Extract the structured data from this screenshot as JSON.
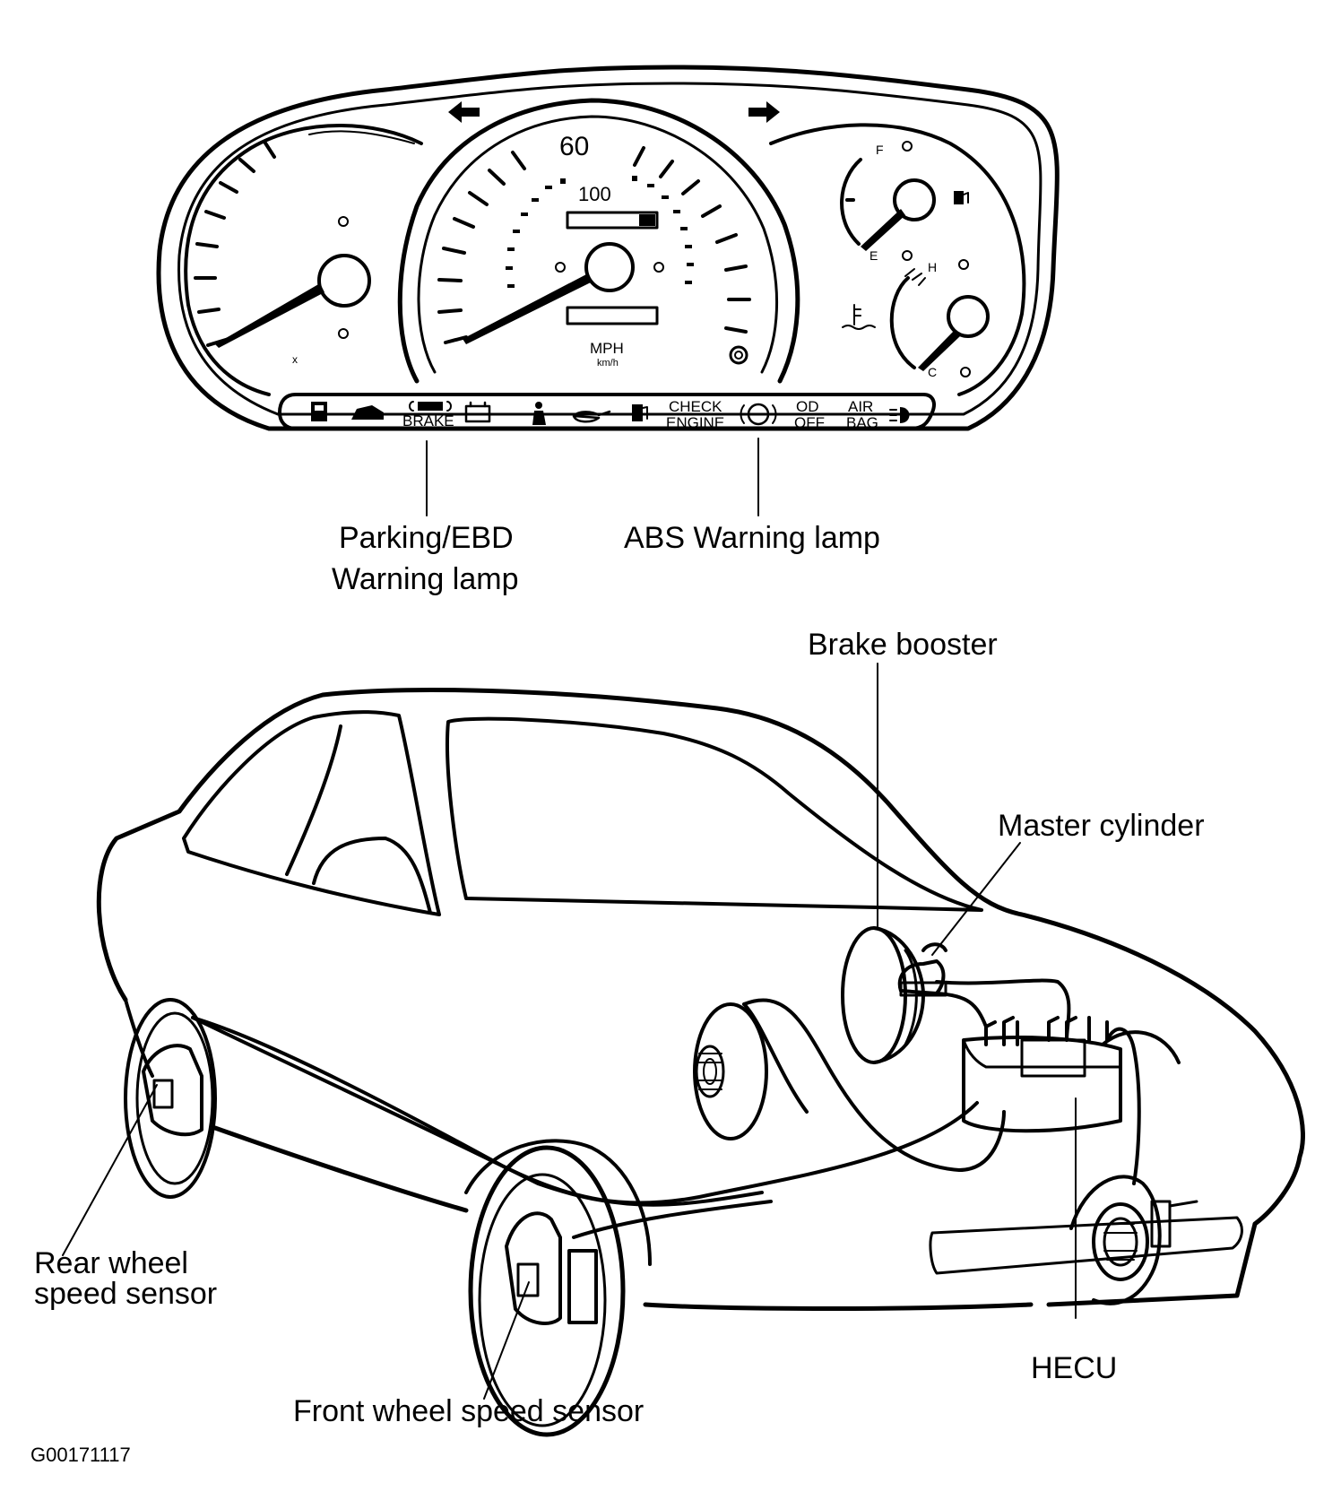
{
  "figure_code": "G00171117",
  "cluster": {
    "speedometer": {
      "mph_60": "60",
      "kmh_100": "100",
      "unit_mph": "MPH",
      "unit_kmh": "km/h"
    },
    "fuel_gauge": {
      "full": "F",
      "empty": "E"
    },
    "temp_gauge": {
      "hot": "H",
      "cold": "C"
    },
    "indicators": {
      "brake": "BRAKE",
      "check_1": "CHECK",
      "check_2": "ENGINE",
      "od_1": "OD",
      "od_2": "OFF",
      "air_1": "AIR",
      "air_2": "BAG"
    }
  },
  "callouts": {
    "parking_ebd_1": "Parking/EBD",
    "parking_ebd_2": "Warning lamp",
    "abs_lamp": "ABS Warning lamp",
    "brake_booster": "Brake booster",
    "master_cylinder": "Master cylinder",
    "rear_sensor_1": "Rear wheel",
    "rear_sensor_2": "speed sensor",
    "front_sensor": "Front wheel speed sensor",
    "hecu": "HECU"
  }
}
